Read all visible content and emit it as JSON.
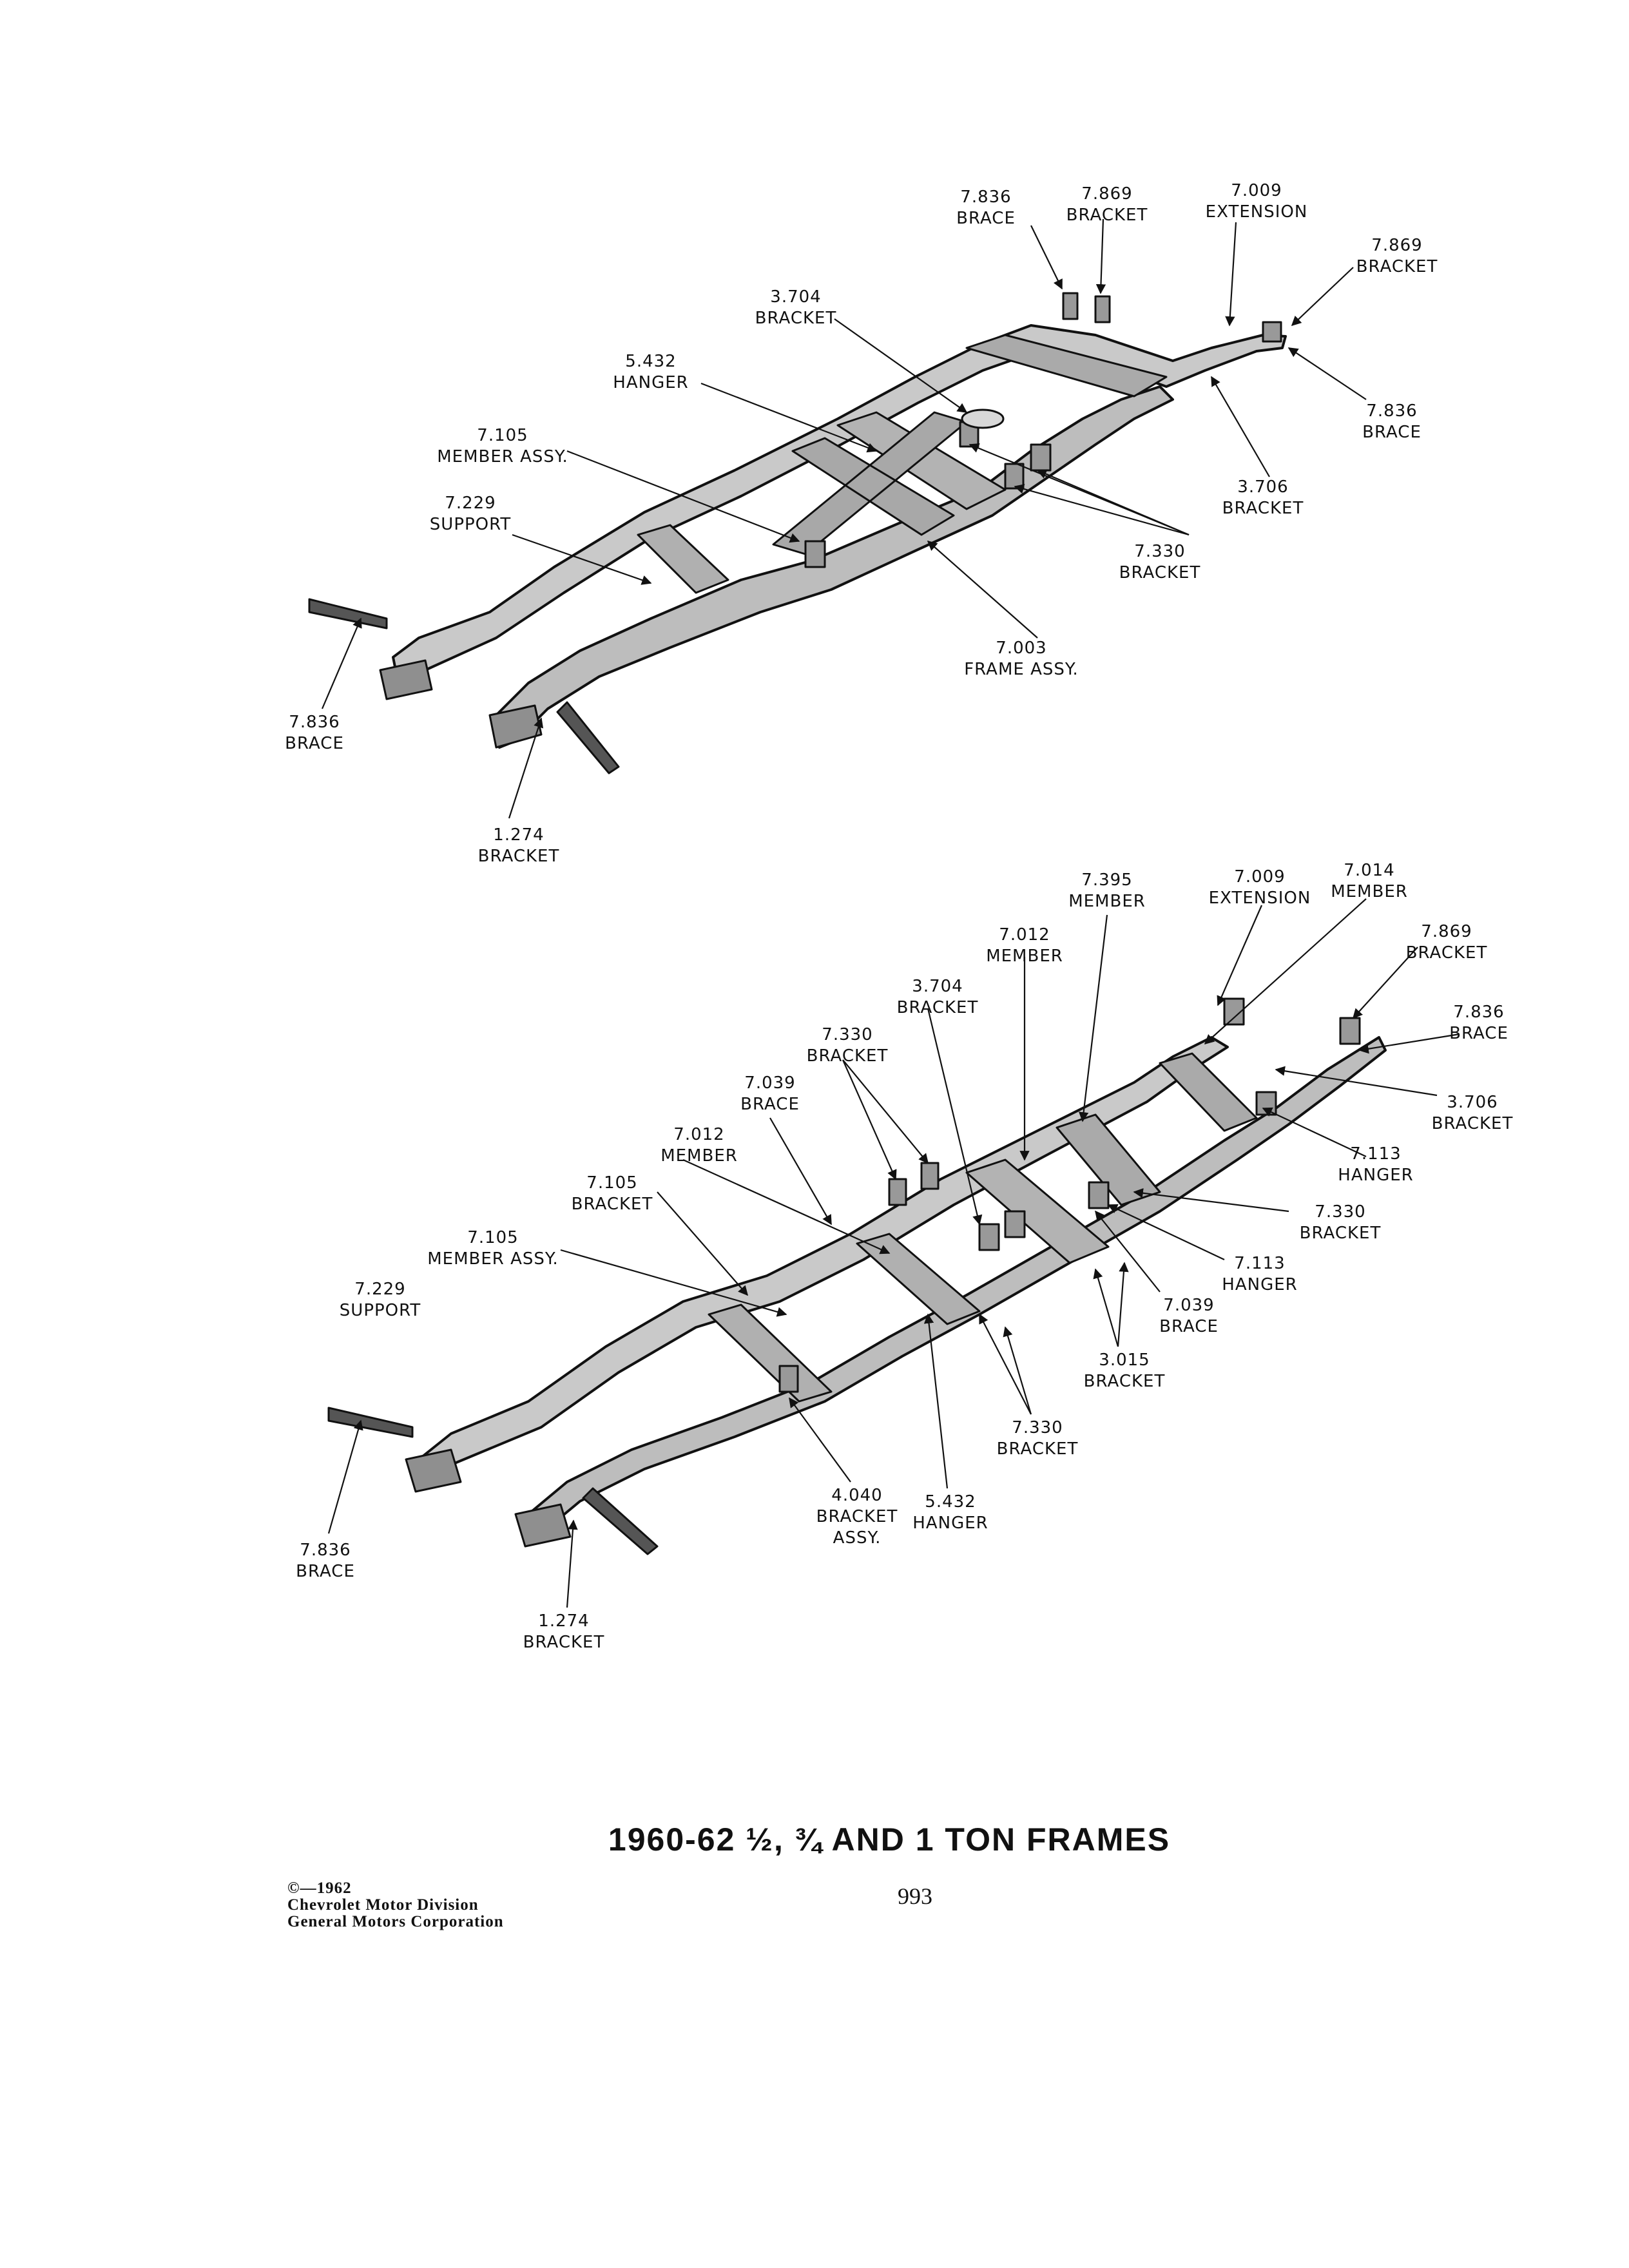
{
  "figure1": {
    "callouts": [
      {
        "number": "7.836",
        "name": "BRACE"
      },
      {
        "number": "7.869",
        "name": "BRACKET"
      },
      {
        "number": "7.009",
        "name": "EXTENSION"
      },
      {
        "number": "7.869",
        "name": "BRACKET"
      },
      {
        "number": "3.704",
        "name": "BRACKET"
      },
      {
        "number": "5.432",
        "name": "HANGER"
      },
      {
        "number": "7.836",
        "name": "BRACE"
      },
      {
        "number": "7.105",
        "name": "MEMBER ASSY."
      },
      {
        "number": "3.706",
        "name": "BRACKET"
      },
      {
        "number": "7.229",
        "name": "SUPPORT"
      },
      {
        "number": "7.330",
        "name": "BRACKET"
      },
      {
        "number": "7.003",
        "name": "FRAME ASSY."
      },
      {
        "number": "7.836",
        "name": "BRACE"
      },
      {
        "number": "1.274",
        "name": "BRACKET"
      }
    ]
  },
  "figure2": {
    "callouts": [
      {
        "number": "7.395",
        "name": "MEMBER"
      },
      {
        "number": "7.009",
        "name": "EXTENSION"
      },
      {
        "number": "7.014",
        "name": "MEMBER"
      },
      {
        "number": "7.012",
        "name": "MEMBER"
      },
      {
        "number": "7.869",
        "name": "BRACKET"
      },
      {
        "number": "3.704",
        "name": "BRACKET"
      },
      {
        "number": "7.836",
        "name": "BRACE"
      },
      {
        "number": "7.330",
        "name": "BRACKET"
      },
      {
        "number": "3.706",
        "name": "BRACKET"
      },
      {
        "number": "7.039",
        "name": "BRACE"
      },
      {
        "number": "7.012",
        "name": "MEMBER"
      },
      {
        "number": "7.113",
        "name": "HANGER"
      },
      {
        "number": "7.105",
        "name": "BRACKET"
      },
      {
        "number": "7.330",
        "name": "BRACKET"
      },
      {
        "number": "7.105",
        "name": "MEMBER ASSY."
      },
      {
        "number": "7.113",
        "name": "HANGER"
      },
      {
        "number": "7.229",
        "name": "SUPPORT"
      },
      {
        "number": "7.039",
        "name": "BRACE"
      },
      {
        "number": "3.015",
        "name": "BRACKET"
      },
      {
        "number": "7.330",
        "name": "BRACKET"
      },
      {
        "number": "5.432",
        "name": "HANGER"
      },
      {
        "number": "4.040",
        "name": "BRACKET",
        "name2": "ASSY."
      },
      {
        "number": "7.836",
        "name": "BRACE"
      },
      {
        "number": "1.274",
        "name": "BRACKET"
      }
    ]
  },
  "title": "1960-62 ½, ¾ AND 1 TON FRAMES",
  "copyright": {
    "line1": "©—1962",
    "line2": "Chevrolet Motor Division",
    "line3": "General Motors Corporation"
  },
  "page_number": "993"
}
